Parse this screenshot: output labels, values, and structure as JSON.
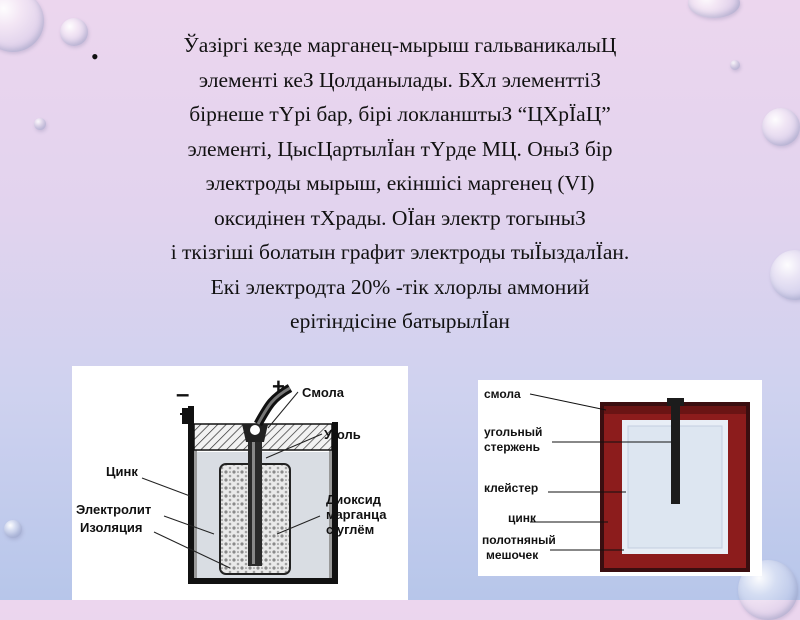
{
  "slide": {
    "bullet": "•",
    "lines": [
      "Ўазіргі кезде  марганец-мырыш гальваникалыЦ",
      "элементі кеЗ Цолданылады.  БХл элементтіЗ",
      "бірнеше  тҮрі бар, бірі локланштыЗ “ЦХрЇаЦ”",
      "элементі,  ЦысЦартылЇан тҮрде  МЦ.  ОныЗ бір",
      "электроды  мырыш, екіншісі  маргенец (VI)",
      "оксидінен  тХрады.  ОЇан электр  тогыныЗ",
      "і ткізгіші  болатын графит  электроды тыЇыздалЇан.",
      "Екі электродта 20% -тік  хлорлы аммоний",
      "ерітіндісіне батырылЇан"
    ]
  },
  "diagram1": {
    "minus": "–",
    "plus": "+",
    "label_resin": "Смола",
    "label_carbon": "Уголь",
    "label_zinc": "Цинк",
    "label_electrolyte": "Электролит",
    "label_insulation": "Изоляция",
    "label_mno2_1": "Диоксид",
    "label_mno2_2": "марганца",
    "label_mno2_3": "с углём"
  },
  "diagram2": {
    "label_resin": "смола",
    "label_rod_1": "угольный",
    "label_rod_2": "стержень",
    "label_paste": "клейстер",
    "label_zinc": "цинк",
    "label_bag_1": "полотняный",
    "label_bag_2": "мешочек",
    "colors": {
      "shell": "#8c1c1c",
      "fill": "#e8eef6",
      "rod": "#1c1c1c"
    }
  }
}
